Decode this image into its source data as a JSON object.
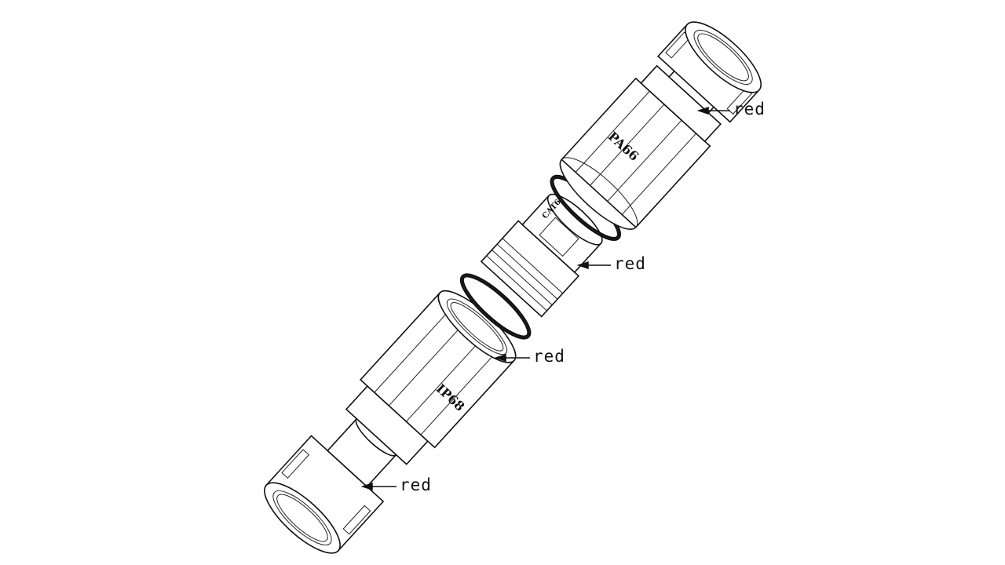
{
  "drawing": {
    "embossed_text": {
      "top_body": "PA66",
      "insert": "CAT6",
      "bottom_body": "IP68"
    },
    "callouts": [
      {
        "id": "top-collet",
        "label": "red"
      },
      {
        "id": "upper-o-ring",
        "label": "red"
      },
      {
        "id": "lower-o-ring",
        "label": "red"
      },
      {
        "id": "bottom-collet",
        "label": "red"
      }
    ]
  },
  "colors": {
    "line": "#111111",
    "background": "#ffffff"
  }
}
